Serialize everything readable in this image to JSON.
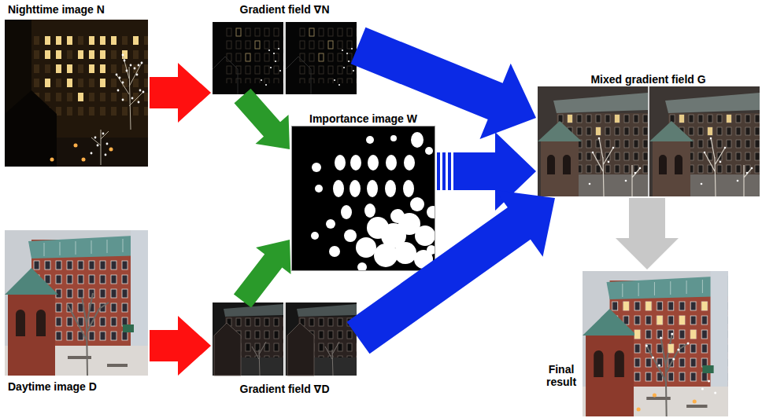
{
  "diagram": {
    "nodes": [
      {
        "text": [
          "Nighttime image N"
        ]
      },
      {
        "text": [
          "Gradient field ∇N"
        ]
      },
      {
        "text": [
          "Importance image W"
        ]
      },
      {
        "text": [
          "Mixed gradient field G"
        ]
      },
      {
        "text": [
          "Daytime image D"
        ]
      },
      {
        "text": [
          "Gradient field ∇D"
        ]
      },
      {
        "text": [
          "Final result"
        ]
      }
    ],
    "edges": [
      {
        "from": 0,
        "to": 1,
        "arrow": "to"
      },
      {
        "from": 1,
        "to": 2,
        "arrow": "to"
      },
      {
        "from": 1,
        "to": 3,
        "arrow": "to"
      },
      {
        "from": 2,
        "to": 3,
        "arrow": "to"
      },
      {
        "from": 4,
        "to": 5,
        "arrow": "to"
      },
      {
        "from": 5,
        "to": 2,
        "arrow": "to"
      },
      {
        "from": 5,
        "to": 3,
        "arrow": "to"
      },
      {
        "from": 3,
        "to": 6,
        "arrow": "to"
      }
    ]
  }
}
